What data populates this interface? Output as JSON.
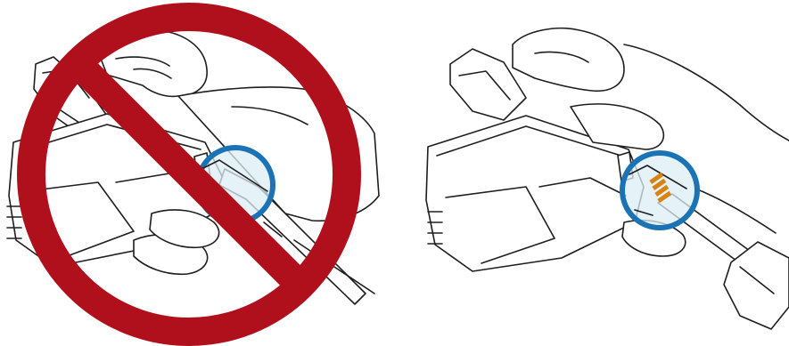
{
  "figure": {
    "panels": [
      {
        "id": "incorrect",
        "state": "prohibited",
        "symbol": "prohibition-sign"
      },
      {
        "id": "correct",
        "state": "allowed",
        "symbol": "none"
      }
    ],
    "colors": {
      "prohibition_red": "#b0101c",
      "highlight_blue": "#1a73b5",
      "highlight_fill": "#dceef6",
      "contact_pins": "#d9820f",
      "line_art": "#1e1e1e",
      "background": "#ffffff"
    },
    "icons": [
      "hand-holding-device",
      "battery-contacts",
      "cleaning-swab",
      "prohibition-sign",
      "highlight-circle"
    ]
  }
}
